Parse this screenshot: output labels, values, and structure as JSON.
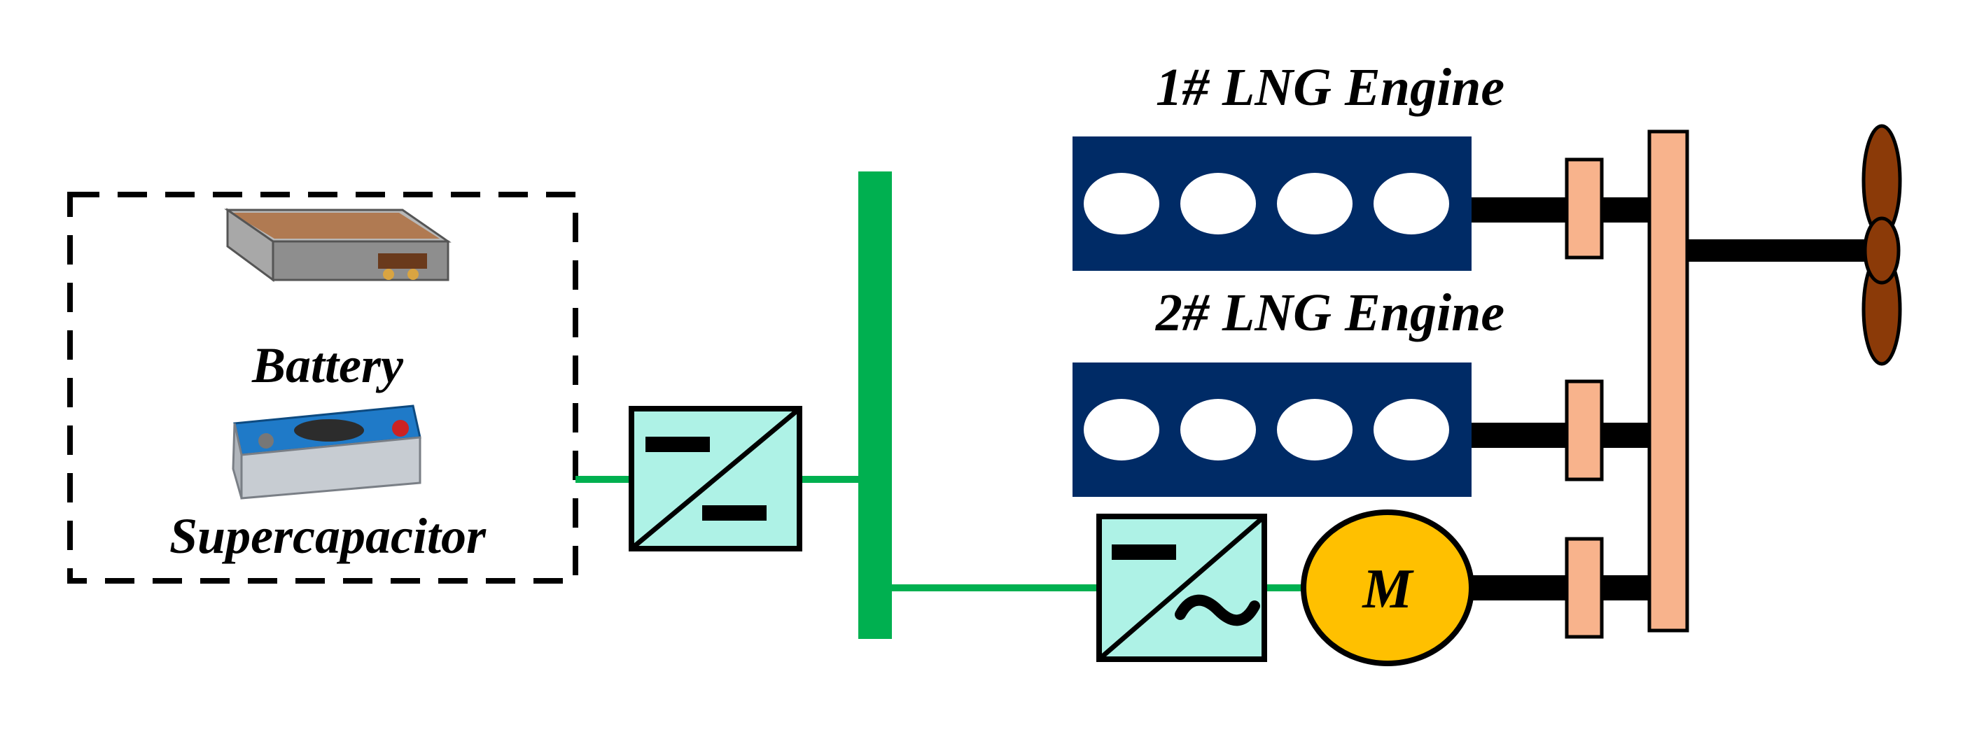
{
  "labels": {
    "engine1": "1# LNG Engine",
    "engine2": "2# LNG Engine",
    "battery": "Battery",
    "supercapacitor": "Supercapacitor",
    "motor": "M"
  },
  "colors": {
    "engine_block": "#002b66",
    "engine_cylinder": "#ffffff",
    "converter_fill": "#aef2e6",
    "dc_bus": "#00b050",
    "motor_fill": "#ffc000",
    "coupling": "#f8b38c",
    "propeller": "#8b3a08",
    "shaft": "#000000"
  },
  "icons": [
    "battery-image",
    "supercapacitor-image",
    "dcdc-converter-icon",
    "dcac-inverter-icon",
    "motor-icon",
    "propeller-icon"
  ]
}
